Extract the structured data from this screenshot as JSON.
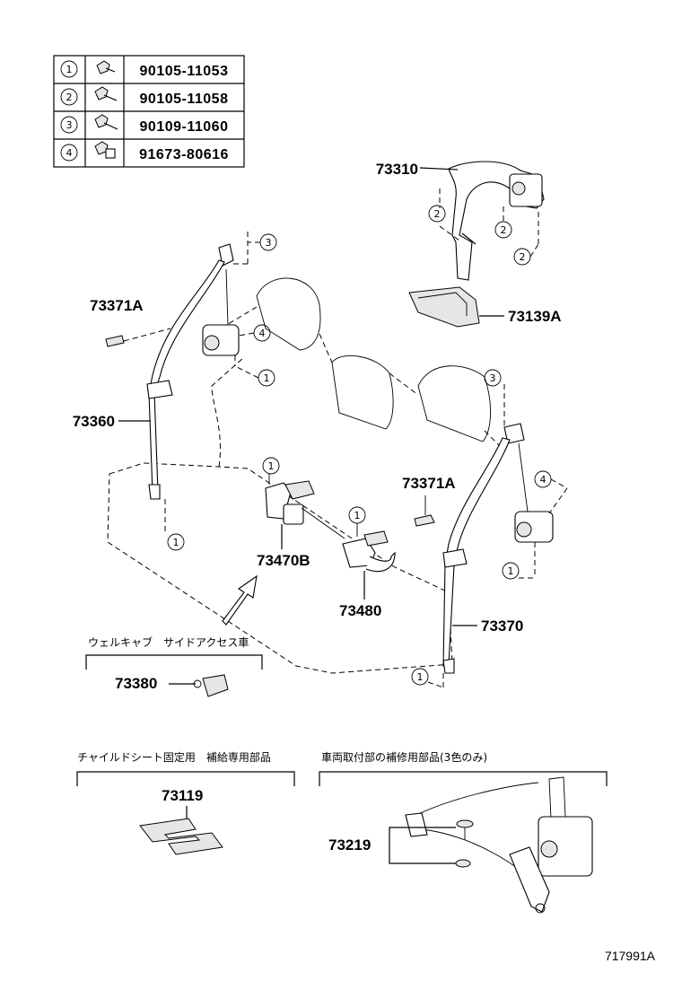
{
  "bolt_table": [
    {
      "ref": "1",
      "part_no": "90105-11053"
    },
    {
      "ref": "2",
      "part_no": "90105-11058"
    },
    {
      "ref": "3",
      "part_no": "90109-11060"
    },
    {
      "ref": "4",
      "part_no": "91673-80616"
    }
  ],
  "parts": {
    "p73310": "73310",
    "p73139a": "73139A",
    "p73371a_left": "73371A",
    "p73360": "73360",
    "p73470b": "73470B",
    "p73480": "73480",
    "p73371a_right": "73371A",
    "p73370": "73370",
    "p73380": "73380",
    "p73119": "73119",
    "p73219": "73219"
  },
  "notes": {
    "welcab": "ウェルキャブ　サイドアクセス車",
    "child_seat": "チャイルドシート固定用　補給専用部品",
    "vehicle_mount": "車両取付部の補修用部品(3色のみ)"
  },
  "callouts": {
    "c2a": "2",
    "c2b": "2",
    "c2c": "2",
    "c3a": "3",
    "c4a": "4",
    "c1a": "1",
    "c1b": "1",
    "c1c": "1",
    "c1d": "1",
    "c3b": "3",
    "c4b": "4",
    "c1e": "1",
    "c1f": "1"
  },
  "diagram_code": "717991A"
}
